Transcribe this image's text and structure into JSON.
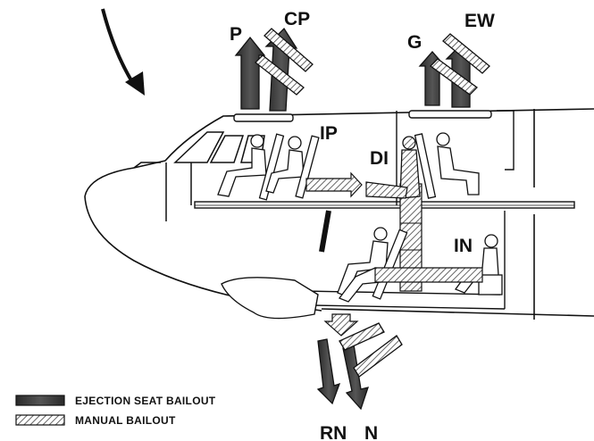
{
  "labels": {
    "pilot": "P",
    "copilot": "CP",
    "gunner": "G",
    "ew": "EW",
    "instructor_pilot": "IP",
    "defense_instructor": "DI",
    "instructor_nav": "IN",
    "radar_nav": "RN",
    "navigator": "N"
  },
  "legend": {
    "ejection": "EJECTION SEAT BAILOUT",
    "manual": "MANUAL BAILOUT"
  },
  "colors": {
    "ink": "#111111",
    "ejection_fill": "#3a3a3a",
    "hatch": "#555555"
  }
}
